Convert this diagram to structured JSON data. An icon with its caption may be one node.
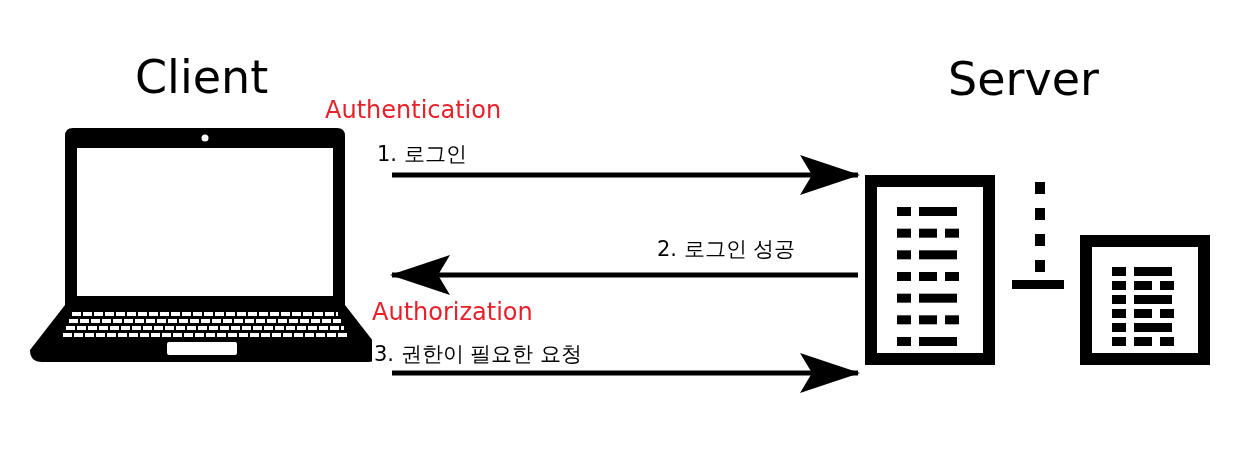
{
  "diagram": {
    "nodes": [
      {
        "text": [
          "Client"
        ]
      },
      {
        "text": [
          "Server"
        ]
      }
    ],
    "edges": [
      {
        "from": 0,
        "to": 1,
        "arrow": "to",
        "label": "1. 로그인"
      },
      {
        "from": 1,
        "to": 0,
        "arrow": "to",
        "label": "2. 로그인 성공"
      },
      {
        "from": 0,
        "to": 1,
        "arrow": "to",
        "label": "3. 권한이 필요한 요청"
      }
    ],
    "labels": [
      "Authentication",
      "Authorization"
    ]
  }
}
